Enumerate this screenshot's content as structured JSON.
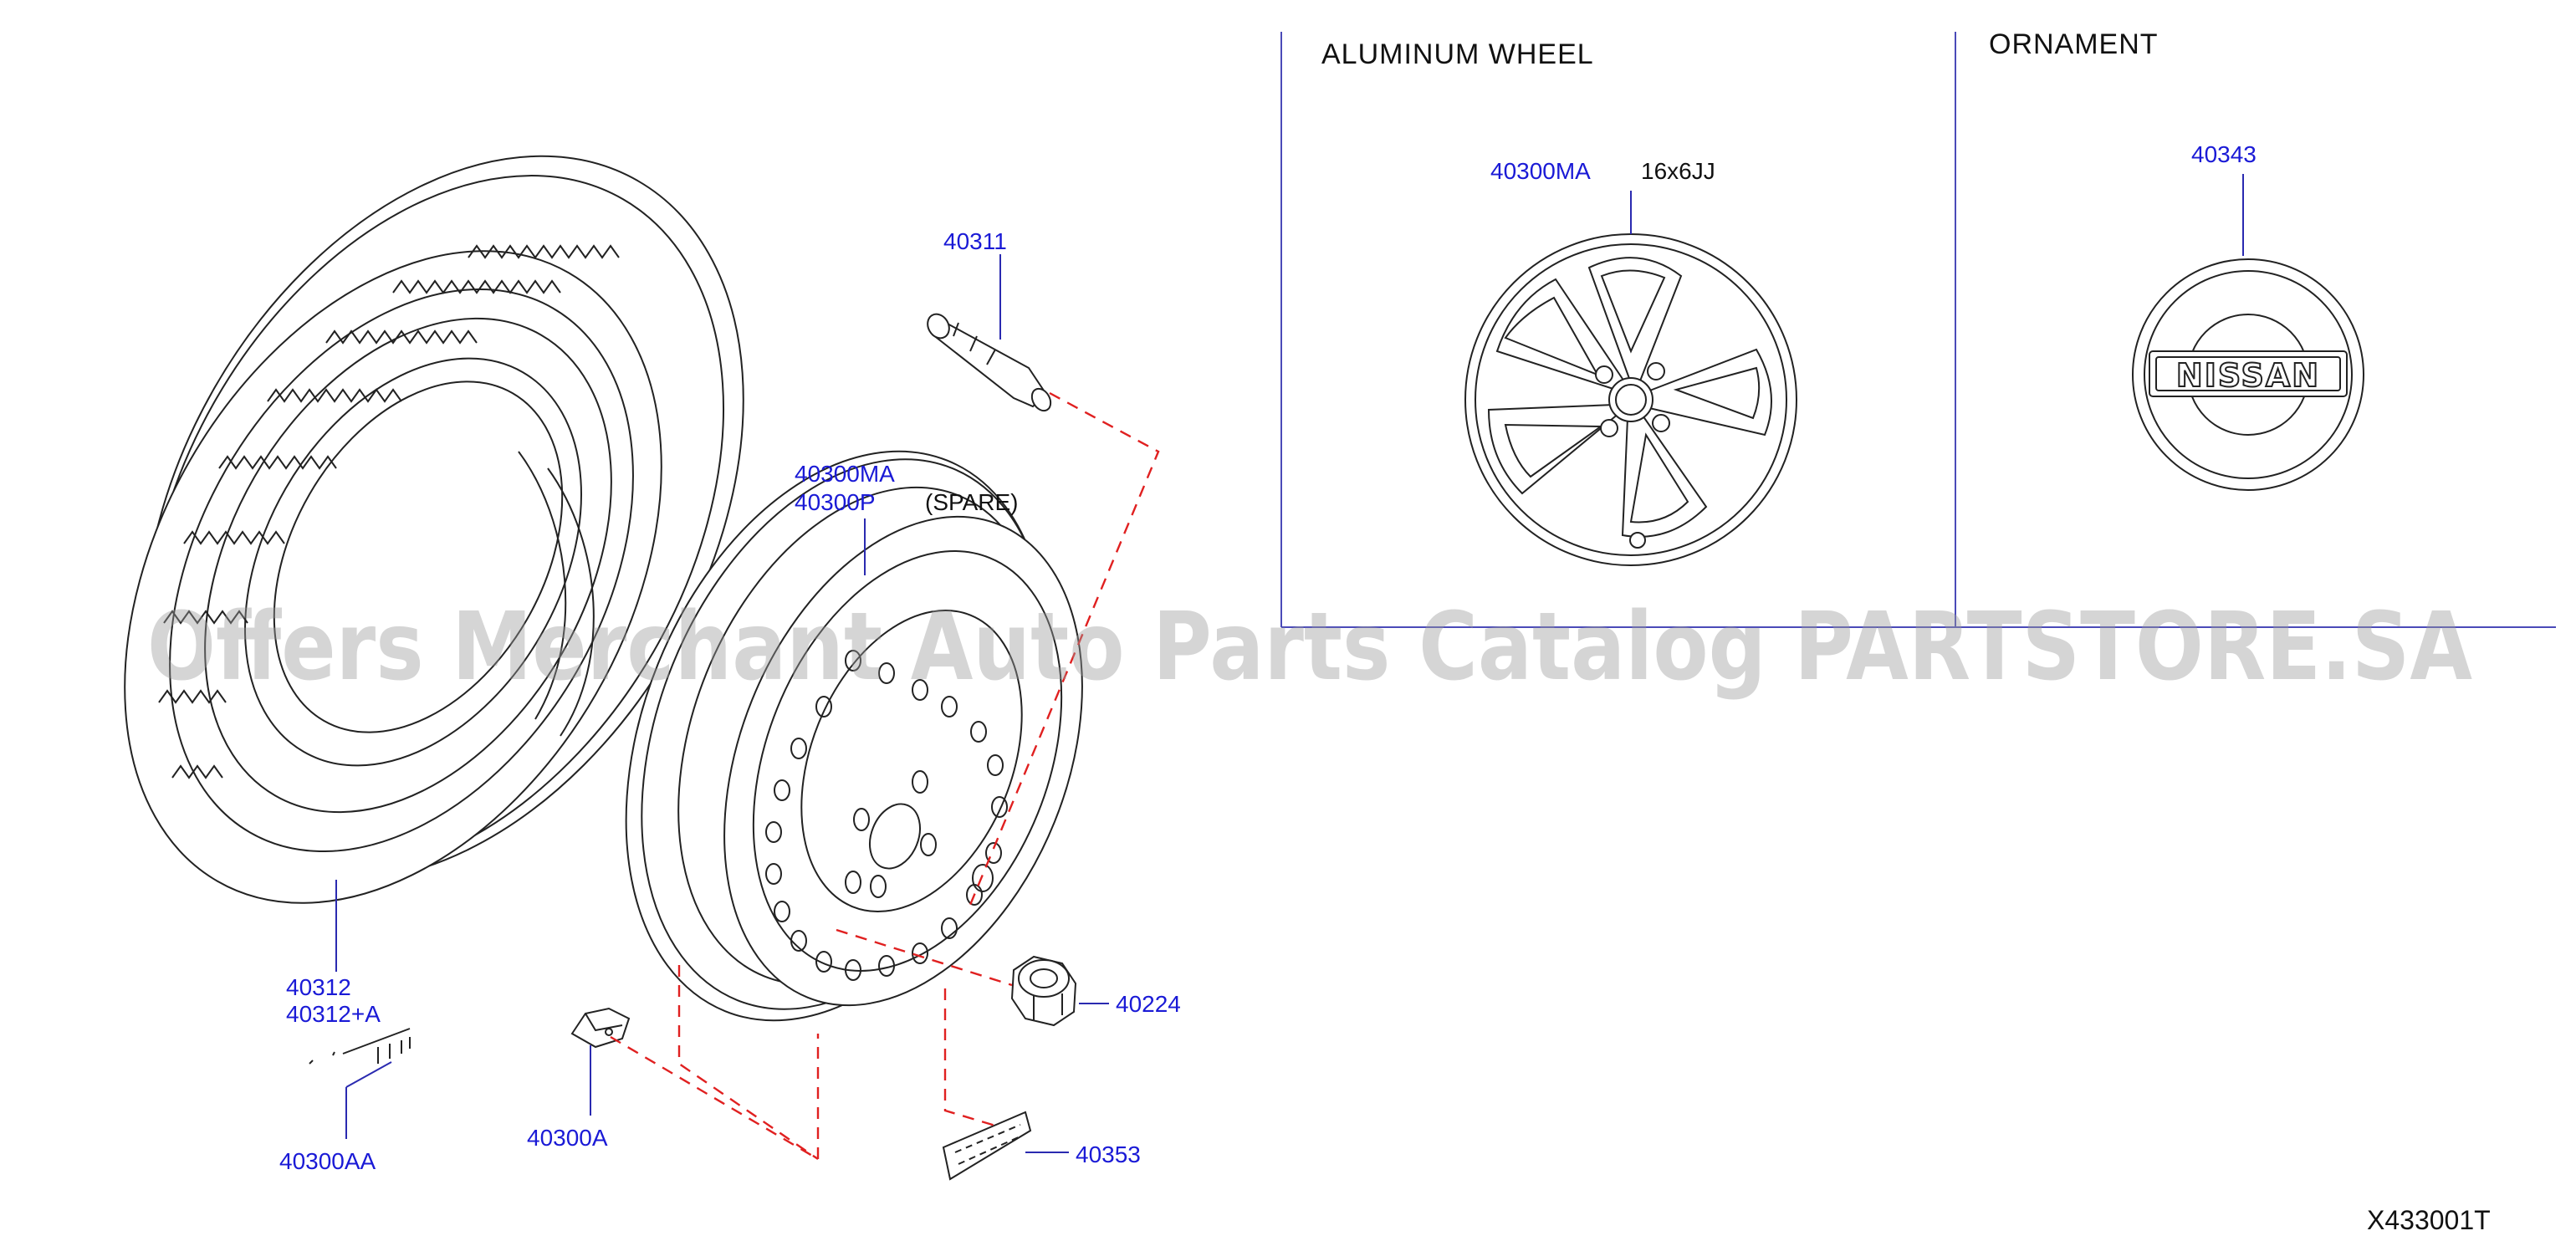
{
  "sections": {
    "aluminum_wheel_title": "ALUMINUM   WHEEL",
    "ornament_title": "ORNAMENT"
  },
  "parts": {
    "valve": "40311",
    "wheel_ma": "40300MA",
    "wheel_p": "40300P",
    "spare_note": "(SPARE)",
    "tire": "40312",
    "tire_a": "40312+A",
    "label": "40300AA",
    "weight": "40300A",
    "nut": "40224",
    "tag": "40353",
    "alloy_wheel": "40300MA",
    "alloy_size": "16x6JJ",
    "ornament": "40343"
  },
  "ornament_logo": "NISSAN",
  "watermark": "Offers Merchant Auto Parts Catalog PARTSTORE.SA",
  "drawing_code": "X433001T",
  "colors": {
    "part_number": "#1a1ad6",
    "dashed_guide": "#e02020",
    "linework": "#222222"
  }
}
